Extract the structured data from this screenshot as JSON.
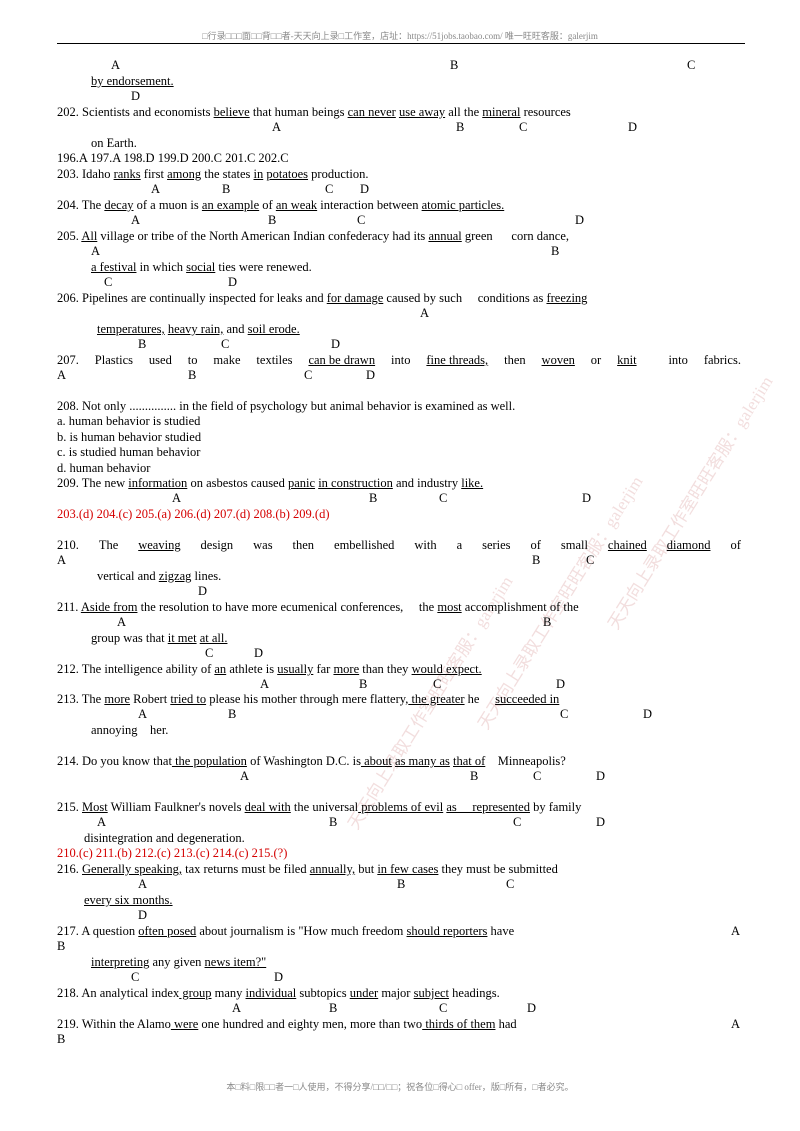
{
  "header_text": "□行录□□□面□□背□□者-天天向上录□工作室，店址：https://51jobs.taobao.com/ 唯一旺旺客服：galerjim",
  "footer_text": "本□料□限□□者一□人使用，不得分享/□□/□□；祝各位□得心□ offer，版□所有，□者必究。",
  "watermark": "天天向上录取工作室旺旺客服：galerjim",
  "q201": {
    "tail": "by endorsement.",
    "labels": [
      "A",
      "B",
      "C",
      "D"
    ]
  },
  "q202": {
    "num": "202.",
    "w1": "Scientists and economists ",
    "u1": "believe",
    "w2": " that human beings ",
    "u2": "can never",
    "w3": " ",
    "u3": "use away",
    "w4": " all the ",
    "u4": " mineral",
    "w5": " resources",
    "line2": "on Earth.",
    "labels": [
      "A",
      "B",
      "C",
      "D"
    ]
  },
  "ans1": "196.A 197.A 198.D 199.D 200.C 201.C 202.C",
  "q203": {
    "num": "203.",
    "w1": "Idaho ",
    "u1": "ranks",
    "w2": " first ",
    "u2": "among",
    "w3": " the states ",
    "u3": "in",
    "w4": " ",
    "u4": "potatoes",
    "w5": " production.",
    "labels": [
      "A",
      "B",
      "C",
      "D"
    ]
  },
  "q204": {
    "num": "204.",
    "w1": "The ",
    "u1": "decay",
    "w2": " of a muon is ",
    "u2": "an example",
    "w3": " of ",
    "u3": "an weak",
    "w4": " interaction between ",
    "u4": "atomic particles.",
    "labels": [
      "A",
      "B",
      "C",
      "D"
    ]
  },
  "q205": {
    "num": "205.",
    "u1": "All",
    "w1": " village or tribe of the North American Indian confederacy had its ",
    "u2": "annual",
    "w2": " green      corn dance,",
    "u3": "a festival",
    "w3": " in which ",
    "u4": "social",
    "w4": " ties were renewed.",
    "labels": [
      "A",
      "B",
      "C",
      "D"
    ]
  },
  "q206": {
    "num": "206.",
    "w1": "Pipelines are continually inspected for leaks and ",
    "u1": "for damage",
    "w2": " caused by such     conditions as ",
    "u2": "freezing",
    "u3": " temperatures,",
    "w3": " ",
    "u4": "heavy rain,",
    "w4": " and ",
    "u5": "soil erode.",
    "labels": [
      "A",
      "B",
      "C",
      "D"
    ]
  },
  "q207": {
    "words": [
      "207.",
      "Plastics",
      "used",
      "to",
      "make",
      "textiles",
      "can be drawn",
      "into",
      "fine threads,",
      "then",
      "woven",
      "or",
      "knit",
      "",
      "into",
      "fabrics."
    ],
    "labels": [
      "A",
      "B",
      "C",
      "D"
    ]
  },
  "q208": {
    "stem": "208. Not only ............... in the field of psychology but animal behavior is examined as well.",
    "options": [
      "a. human behavior is studied",
      "b. is human behavior studied",
      "c. is studied human behavior",
      "d. human behavior"
    ]
  },
  "q209": {
    "num": "209.",
    "w1": "The new ",
    "u1": "information",
    "w2": " on asbestos caused ",
    "u2": "panic",
    "w3": " ",
    "u3": "in construction",
    "w4": " and industry ",
    "u4": "like.",
    "labels": [
      "A",
      "B",
      "C",
      "D"
    ]
  },
  "ans2": "203.(d) 204.(c) 205.(a) 206.(d) 207.(d) 208.(b) 209.(d)",
  "q210": {
    "words": [
      "210.",
      "The",
      "weaving",
      "design",
      "was",
      "then",
      "embellished",
      "with",
      "a",
      "series",
      "of",
      "small",
      "chained",
      "diamond",
      "of"
    ],
    "line2a": "vertical and ",
    "u_zig": "zigzag",
    "line2b": " lines.",
    "labels": [
      "A",
      "B",
      "C",
      "D"
    ]
  },
  "q211": {
    "num": "211.",
    "u1": "Aside from",
    "w1": " the resolution to have more ecumenical conferences,     the ",
    "u2": "most",
    "w2": " accomplishment of the",
    "line2a": "group was that ",
    "u3": "it met",
    "w3": " ",
    "u4": "at all.",
    "labels": [
      "A",
      "B",
      "C",
      "D"
    ]
  },
  "q212": {
    "num": "212.",
    "w1": "The intelligence ability of ",
    "u1": "an",
    "w2": " athlete is ",
    "u2": "usually",
    "w3": " far ",
    "u3": "more",
    "w4": " than they ",
    "u4": "would expect.",
    "labels": [
      "A",
      "B",
      "C",
      "D"
    ]
  },
  "q213": {
    "num": "213.",
    "w1": "The ",
    "u1": "more",
    "w2": " Robert ",
    "u2": "tried to",
    "w3": " please his mother through mere flattery,",
    "u3": " the greater",
    "w4": " he     ",
    "u4": "succeeded in",
    "line2": "annoying    her.",
    "labels": [
      "A",
      "B",
      "C",
      "D"
    ]
  },
  "q214": {
    "num": "214.",
    "w1": "Do you know that",
    "u1": " the population",
    "w2": " of Washington D.C. is",
    "u2": " about",
    "w3": " ",
    "u3": "as many as",
    "w4": " ",
    "u4": "that of",
    "w5": "    Minneapolis?",
    "labels": [
      "A",
      "B",
      "C",
      "D"
    ]
  },
  "q215": {
    "num": "215.",
    "u1": "Most",
    "w1": " William Faulkner's novels ",
    "u2": "deal with",
    "w2": " the universal",
    "u3": " problems of evil",
    "w3": " ",
    "u4": "as     represented",
    "w4": " by family",
    "line2": "disintegration and degeneration.",
    "labels": [
      "A",
      "B",
      "C",
      "D"
    ]
  },
  "ans3": "210.(c) 211.(b) 212.(c) 213.(c) 214.(c) 215.(?)",
  "q216": {
    "num": "216.",
    "u1": "Generally speaking,",
    "w1": " tax returns must be filed ",
    "u2": "annually,",
    "w2": " but ",
    "u3": "in few cases",
    "w3": " they must be submitted",
    "u4": "every six months.",
    "labels": [
      "A",
      "B",
      "C",
      "D"
    ]
  },
  "q217": {
    "num": "217.",
    "w1": "A question ",
    "u1": "often posed",
    "w2": " about journalism is \"How much freedom ",
    "u2": "should reporters",
    "w3": " have",
    "u3": "interpreting",
    "w4": " any given ",
    "u4": "news item?\"",
    "labels": [
      "A",
      "B",
      "C",
      "D"
    ]
  },
  "q218": {
    "num": "218.",
    "w1": "An analytical index",
    "u1": " group",
    "w2": " many ",
    "u2": "individual",
    "w3": " subtopics ",
    "u3": "under",
    "w4": " major ",
    "u4": "subject",
    "w5": " headings.",
    "labels": [
      "A",
      "B",
      "C",
      "D"
    ]
  },
  "q219": {
    "num": "219.",
    "w1": "Within the Alamo",
    "u1": " were",
    "w2": " one hundred and eighty men, more than two",
    "u2": " thirds of them",
    "w3": " had",
    "labels": [
      "A",
      "B"
    ]
  }
}
